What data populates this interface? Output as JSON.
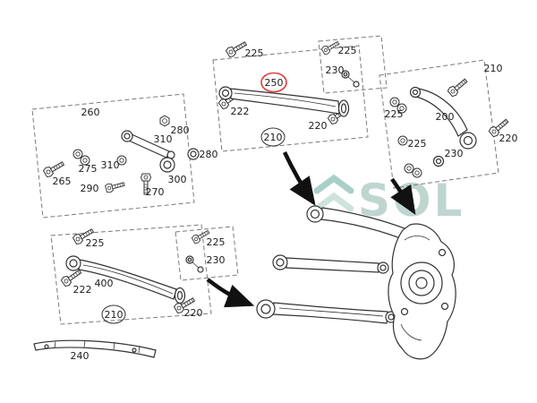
{
  "watermark": {
    "text": "SOL",
    "color": "#bfd6d0",
    "logo_color_top": "#a9d0c8",
    "logo_color_bottom": "#cfe3de"
  },
  "highlight": {
    "part_ref": "250",
    "color": "#e23b3b"
  },
  "kit_upper": {
    "bolt_top": "225",
    "bolt_left": "222",
    "arm": "250",
    "bolt_right": "220",
    "assembly_ref": "210"
  },
  "kit_upper_sub": {
    "bolt": "225",
    "link": "230"
  },
  "kit_right": {
    "bolt_top": "210",
    "washer_top": "225",
    "arm": "200",
    "washer_mid": "225",
    "bushing": "230",
    "bolt_right": "220"
  },
  "kit_left": {
    "kit_no": "260",
    "nut": "280",
    "link": "310",
    "washer_out": "280",
    "washers": "275",
    "rod": "310",
    "bolt_a": "265",
    "bolt_b": "290",
    "bolt_c": "270",
    "bushing": "300"
  },
  "kit_lower": {
    "bolt_top": "225",
    "bolt_left": "222",
    "arm": "400",
    "assembly_ref": "210",
    "bolt_right": "220"
  },
  "kit_lower_sub": {
    "bolt": "225",
    "link": "230"
  },
  "bracket": {
    "part": "240"
  }
}
